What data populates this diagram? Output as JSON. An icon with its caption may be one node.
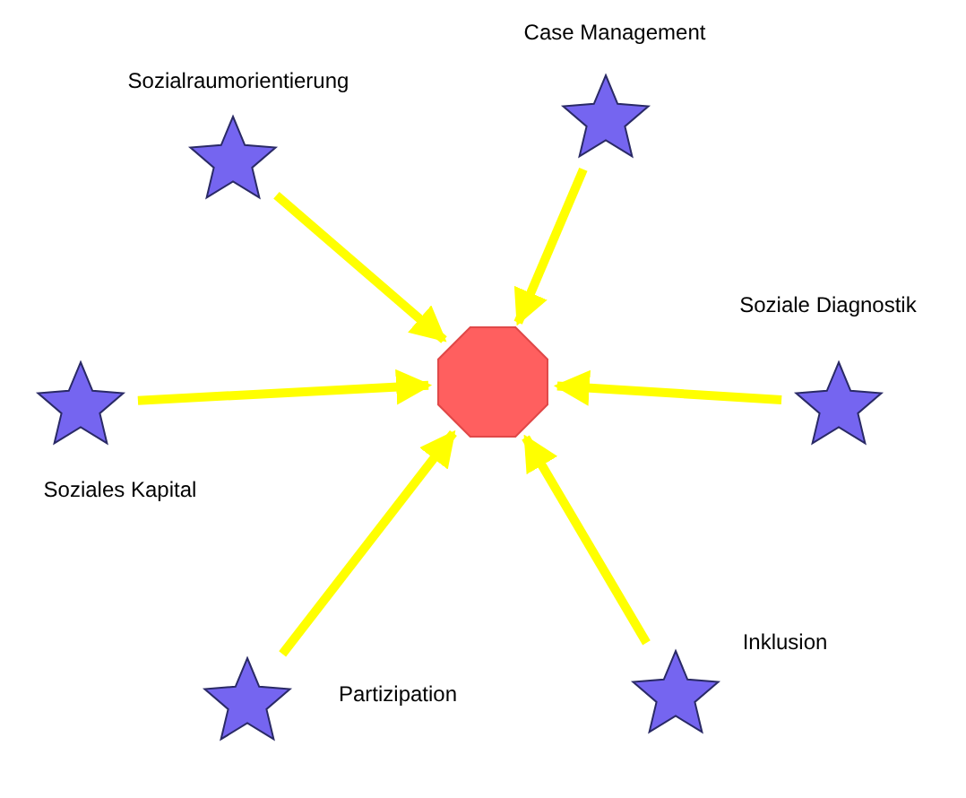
{
  "diagram": {
    "nodes": [
      {
        "text": [],
        "shape": "octagon"
      },
      {
        "text": [
          "Sozialraumorientierung"
        ]
      },
      {
        "text": [
          "Case Management"
        ]
      },
      {
        "text": [
          "Soziale Diagnostik"
        ]
      },
      {
        "text": [
          "Soziales Kapital"
        ]
      },
      {
        "text": [
          "Partizipation"
        ]
      },
      {
        "text": [
          "Inklusion"
        ]
      }
    ],
    "edges": [
      {
        "from": 1,
        "to": 0,
        "arrow": "to"
      },
      {
        "from": 2,
        "to": 0,
        "arrow": "to"
      },
      {
        "from": 3,
        "to": 0,
        "arrow": "to"
      },
      {
        "from": 4,
        "to": 0,
        "arrow": "to"
      },
      {
        "from": 5,
        "to": 0,
        "arrow": "to"
      },
      {
        "from": 6,
        "to": 0,
        "arrow": "to"
      }
    ]
  }
}
